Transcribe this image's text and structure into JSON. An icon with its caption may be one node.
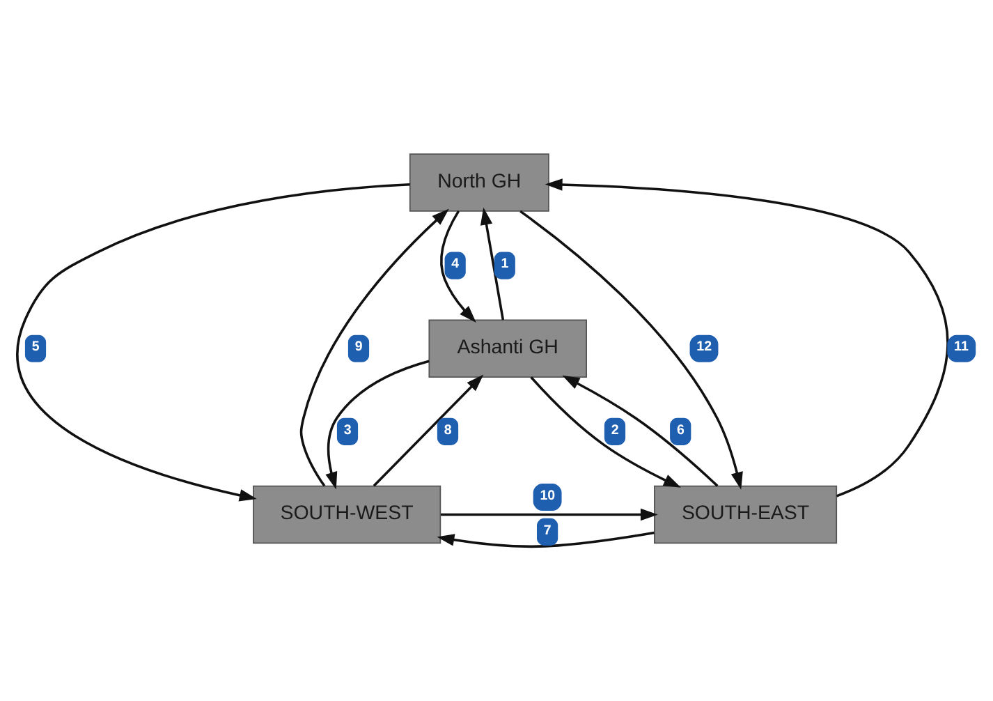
{
  "diagram": {
    "nodes": [
      {
        "text": [
          "North GH"
        ]
      },
      {
        "text": [
          "Ashanti GH"
        ]
      },
      {
        "text": [
          "SOUTH-WEST"
        ]
      },
      {
        "text": [
          "SOUTH-EAST"
        ]
      }
    ],
    "edges": [
      {
        "from": 1,
        "to": 0,
        "arrow": "to",
        "label": "1"
      },
      {
        "from": 1,
        "to": 3,
        "arrow": "to",
        "label": "2"
      },
      {
        "from": 1,
        "to": 2,
        "arrow": "to",
        "label": "3"
      },
      {
        "from": 0,
        "to": 1,
        "arrow": "to",
        "label": "4"
      },
      {
        "from": 0,
        "to": 2,
        "arrow": "to",
        "label": "5"
      },
      {
        "from": 3,
        "to": 1,
        "arrow": "to",
        "label": "6"
      },
      {
        "from": 3,
        "to": 2,
        "arrow": "to",
        "label": "7"
      },
      {
        "from": 2,
        "to": 1,
        "arrow": "to",
        "label": "8"
      },
      {
        "from": 2,
        "to": 0,
        "arrow": "to",
        "label": "9"
      },
      {
        "from": 2,
        "to": 3,
        "arrow": "to",
        "label": "10"
      },
      {
        "from": 3,
        "to": 0,
        "arrow": "to",
        "label": "11"
      },
      {
        "from": 0,
        "to": 3,
        "arrow": "to",
        "label": "12"
      }
    ]
  }
}
